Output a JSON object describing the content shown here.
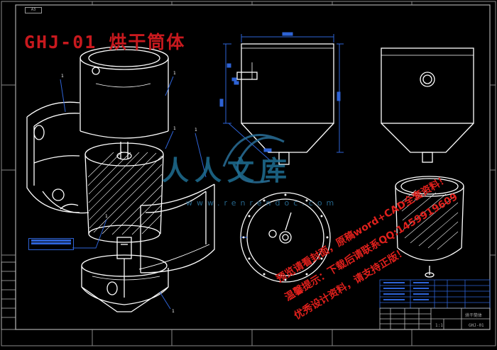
{
  "drawing": {
    "title": "GHJ-01 烘干筒体",
    "sheet_tag": "A3",
    "watermark": {
      "line1": "预览请看封面，原稿word+CAD全套资料！",
      "line2": "温馨提示：下载后请联系QQ:1459919609",
      "line3": "优秀设计资料，请支持正版！"
    },
    "brand": {
      "name": "人人文库",
      "url": "www.renrendoc.com"
    },
    "part_callouts": [
      "1",
      "1",
      "1",
      "1",
      "1",
      "1"
    ],
    "title_block": {
      "drawing_name": "烘干筒体",
      "scale": "1:1",
      "code": "GHJ-01"
    },
    "colors": {
      "background": "#000000",
      "line": "#ffffff",
      "dimension": "#2e63d6",
      "title_text": "#c8191e",
      "watermark_text": "#e0201c",
      "frame": "#9a9a9a"
    }
  }
}
